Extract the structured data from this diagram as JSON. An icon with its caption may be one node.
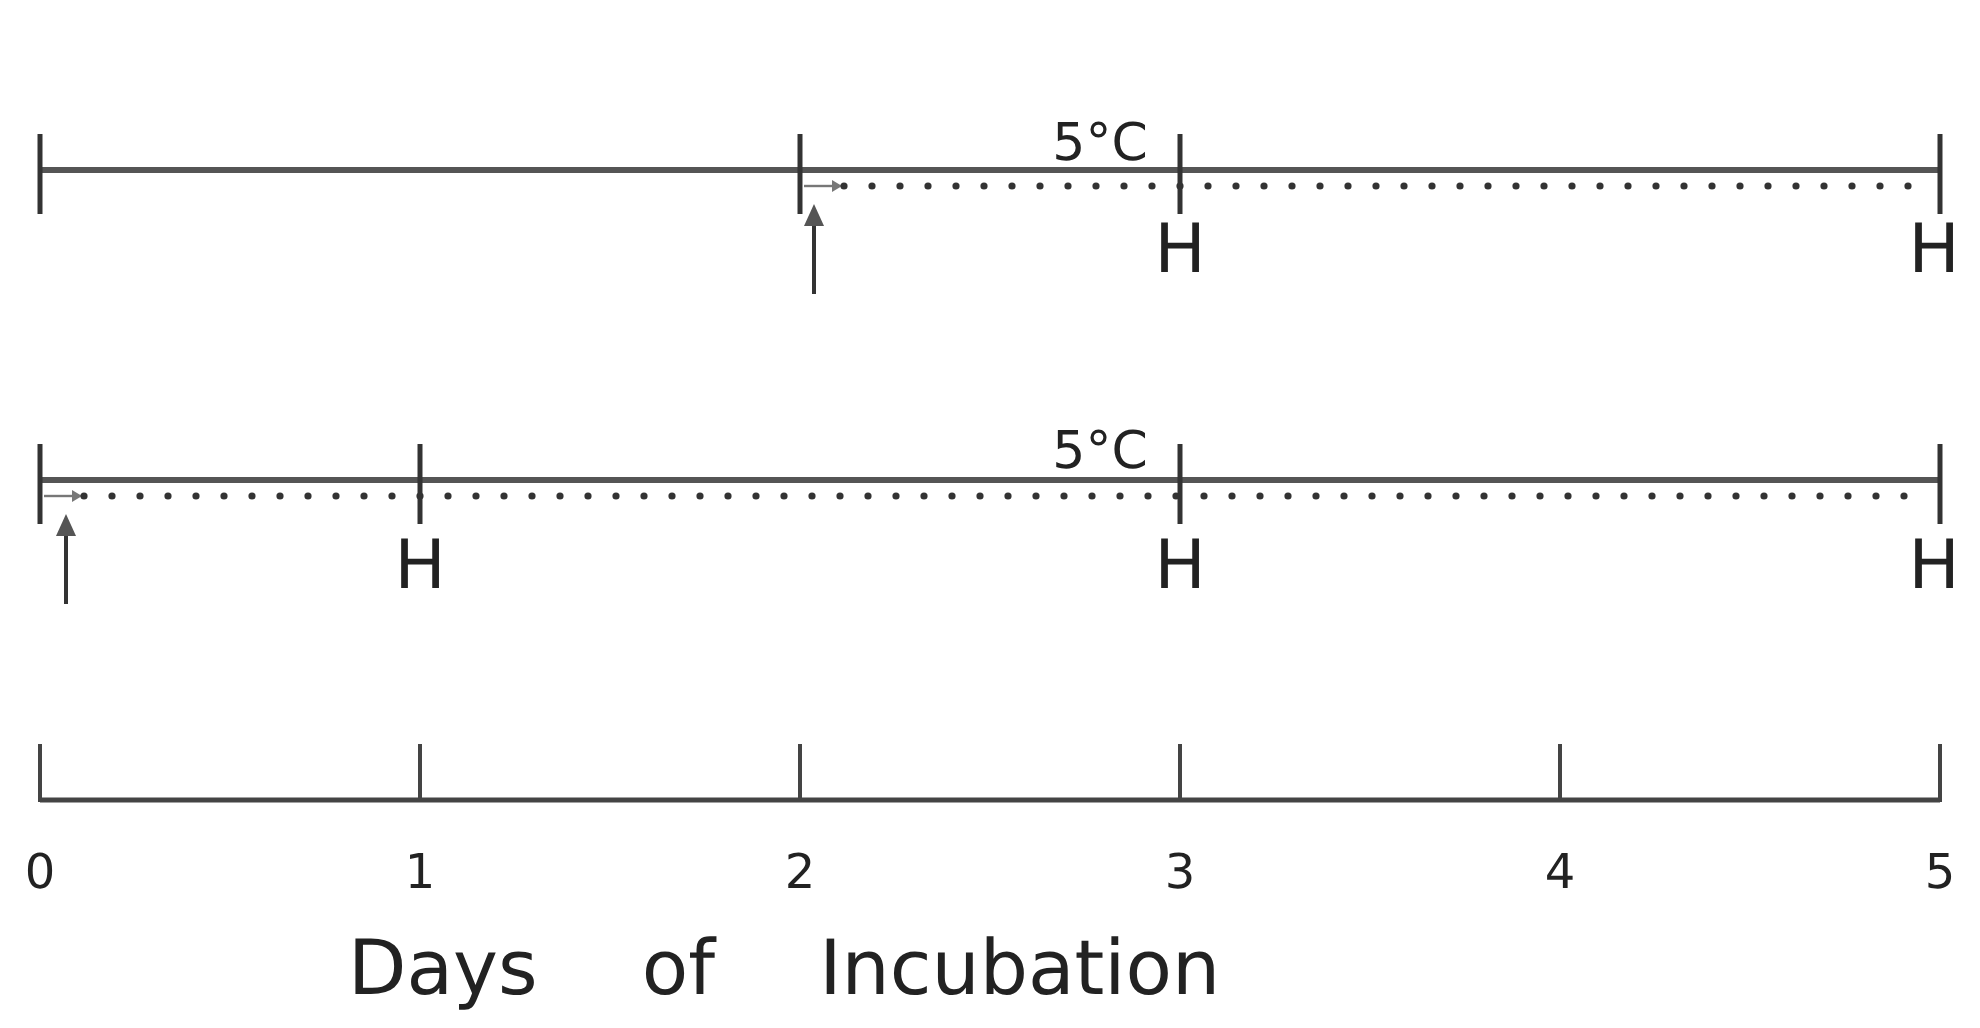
{
  "diagram": {
    "labels": [
      "5°C",
      "H",
      "H",
      "5°C",
      "H",
      "H",
      "H",
      "0",
      "1",
      "2",
      "3",
      "4",
      "5",
      "Days of Incubation"
    ]
  }
}
